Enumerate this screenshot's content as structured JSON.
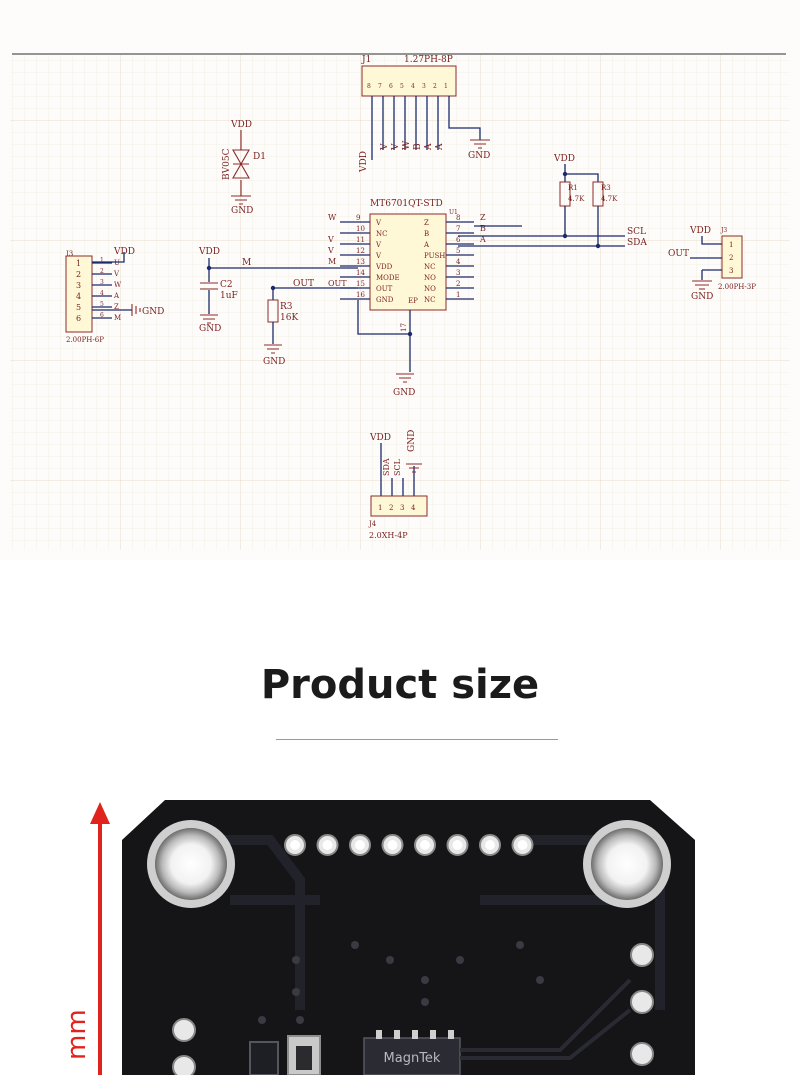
{
  "schematic": {
    "chip": {
      "part": "MT6701QT-STD",
      "pin_marker": "U1",
      "ep_label": "EP",
      "pin17": "17"
    },
    "chip_left_pins": [
      {
        "num": "9",
        "name": "V",
        "net": "W"
      },
      {
        "num": "10",
        "name": "NC",
        "net": ""
      },
      {
        "num": "11",
        "name": "V",
        "net": "V"
      },
      {
        "num": "12",
        "name": "V",
        "net": "V"
      },
      {
        "num": "13",
        "name": "VDD",
        "net": "M"
      },
      {
        "num": "14",
        "name": "MODE",
        "net": ""
      },
      {
        "num": "15",
        "name": "OUT",
        "net": "OUT"
      },
      {
        "num": "16",
        "name": "GND",
        "net": ""
      }
    ],
    "chip_right_pins": [
      {
        "num": "8",
        "name": "Z",
        "net": "Z"
      },
      {
        "num": "7",
        "name": "B",
        "net": "B"
      },
      {
        "num": "6",
        "name": "A",
        "net": "A"
      },
      {
        "num": "5",
        "name": "PUSH",
        "net": ""
      },
      {
        "num": "4",
        "name": "NC",
        "net": ""
      },
      {
        "num": "3",
        "name": "NO",
        "net": ""
      },
      {
        "num": "2",
        "name": "NO",
        "net": ""
      },
      {
        "num": "1",
        "name": "NC",
        "net": ""
      }
    ],
    "j1": {
      "ref": "J1",
      "footprint": "1.27PH-8P",
      "pins": [
        "8",
        "7",
        "6",
        "5",
        "4",
        "3",
        "2",
        "1"
      ],
      "nets": [
        "VDD",
        "V",
        "V",
        "W",
        "B",
        "A",
        "A"
      ],
      "gnd": "GND"
    },
    "j3": {
      "ref": "J3",
      "footprint": "2.00PH-6P",
      "pins": [
        "1",
        "2",
        "3",
        "4",
        "5",
        "6"
      ],
      "nets": [
        "U",
        "V",
        "W",
        "A",
        "Z",
        "M"
      ],
      "vdd": "VDD",
      "gnd": "GND"
    },
    "j2": {
      "ref": "J3",
      "footprint": "2.00PH-3P",
      "pins": [
        "1",
        "2",
        "3"
      ],
      "vdd": "VDD",
      "out": "OUT",
      "gnd": "GND"
    },
    "j4": {
      "ref": "J4",
      "footprint": "2.0XH-4P",
      "pins": [
        "1",
        "2",
        "3",
        "4"
      ],
      "nets": [
        "SDA",
        "SCL"
      ],
      "vdd": "VDD",
      "gnd": "GND"
    },
    "d1": {
      "ref": "D1",
      "part": "BV05C",
      "vdd": "VDD",
      "gnd": "GND"
    },
    "c2": {
      "ref": "C2",
      "value": "1uF",
      "vdd": "VDD",
      "gnd": "GND"
    },
    "r3_left": {
      "ref": "R3",
      "value": "16K",
      "gnd": "GND"
    },
    "r1": {
      "ref": "R1",
      "value": "4.7K"
    },
    "r3_right": {
      "ref": "R3",
      "value": "4.7K"
    },
    "pullup_vdd": "VDD",
    "scl": "SCL",
    "sda": "SDA",
    "chip_gnd": "GND",
    "left_m": "M",
    "out_net": "OUT"
  },
  "heading": "Product size",
  "board": {
    "chip_marking": "MagnTek",
    "dimension_unit": "mm"
  },
  "colors": {
    "wire": "#1c2a6b",
    "symbol": "#8c2a2a",
    "grid": "#efe7da",
    "pcb": "#151518",
    "arrow": "#e0231c"
  }
}
